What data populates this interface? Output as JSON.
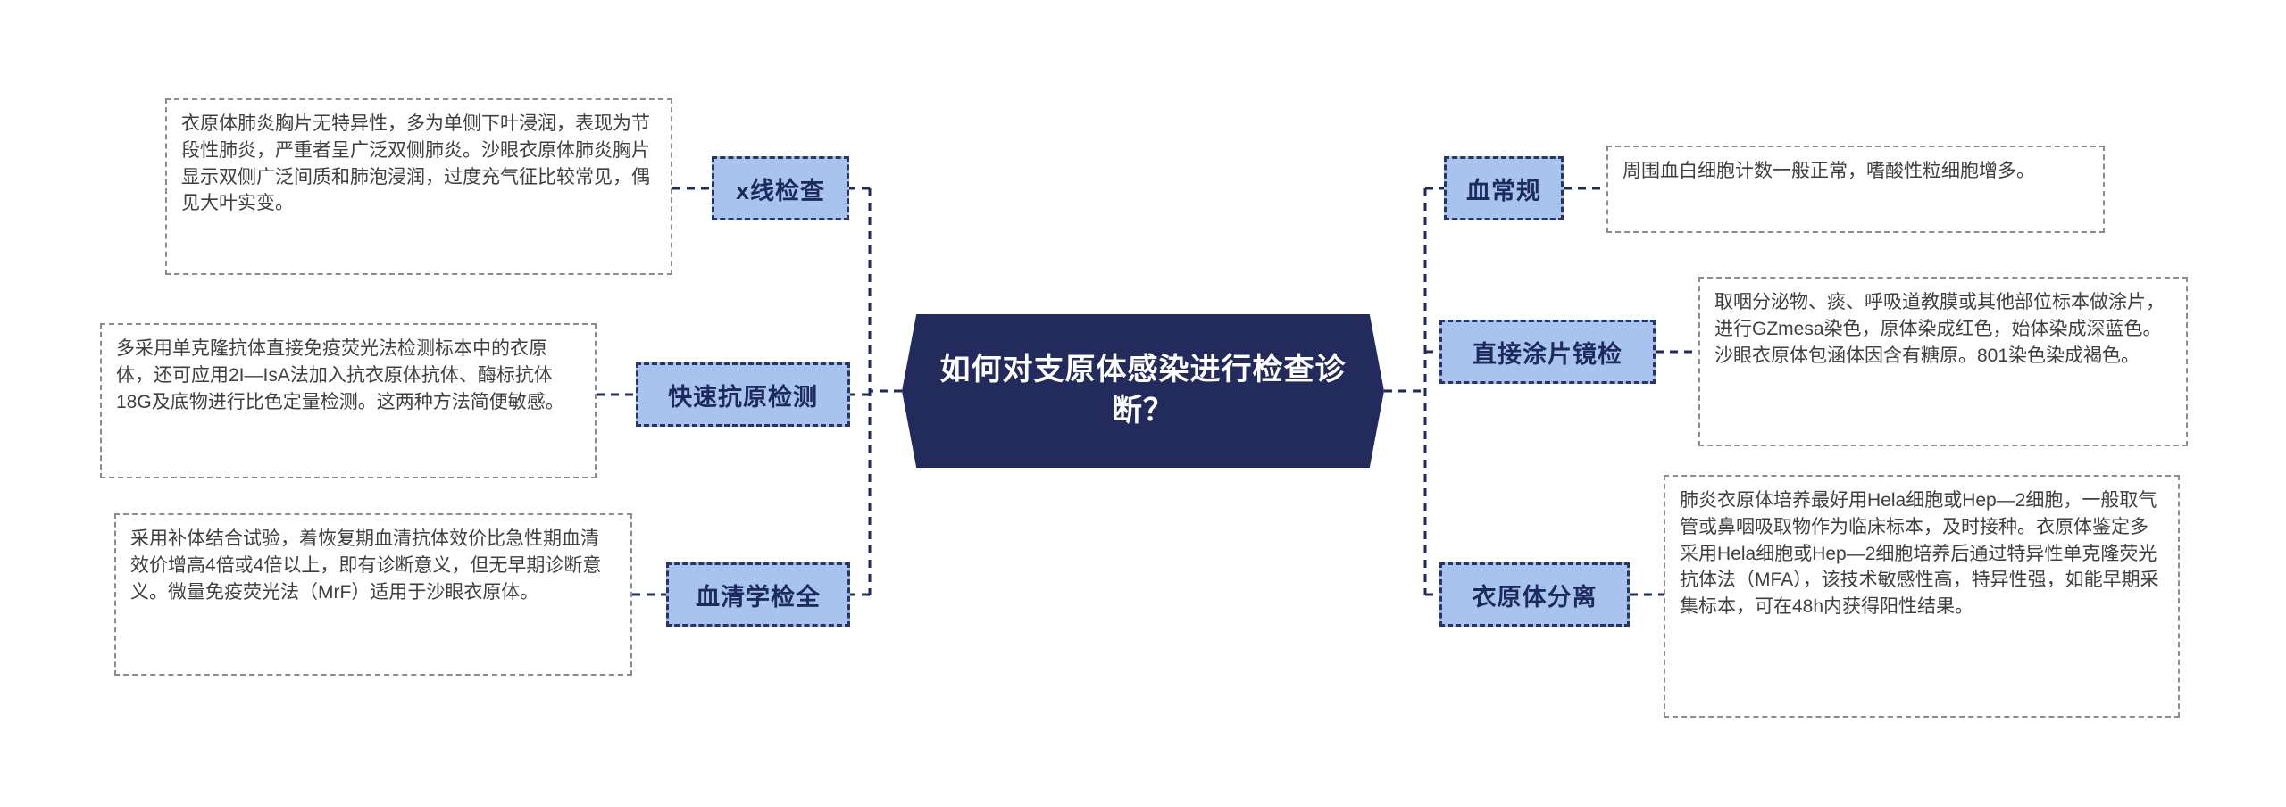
{
  "diagram": {
    "center": {
      "title": "如何对支原体感染进行检查诊断？"
    },
    "left": [
      {
        "label": "x线检查",
        "detail": "衣原体肺炎胸片无特异性，多为单侧下叶浸润，表现为节段性肺炎，严重者呈广泛双侧肺炎。沙眼衣原体肺炎胸片显示双侧广泛间质和肺泡浸润，过度充气征比较常见，偶见大叶实变。"
      },
      {
        "label": "快速抗原检测",
        "detail": "多采用单克隆抗体直接免疫荧光法检测标本中的衣原体，还可应用2I—IsA法加入抗衣原体抗体、酶标抗体18G及底物进行比色定量检测。这两种方法简便敏感。"
      },
      {
        "label": "血清学检全",
        "detail": "采用补体结合试验，着恢复期血清抗体效价比急性期血清效价增高4倍或4倍以上，即有诊断意义，但无早期诊断意义。微量免疫荧光法（MrF）适用于沙眼衣原体。"
      }
    ],
    "right": [
      {
        "label": "血常规",
        "detail": "周围血白细胞计数一般正常，嗜酸性粒细胞增多。"
      },
      {
        "label": "直接涂片镜检",
        "detail": "取咽分泌物、痰、呼吸道教膜或其他部位标本做涂片，进行GZmesa染色，原体染成红色，始体染成深蓝色。沙眼衣原体包涵体因含有糖原。801染色染成褐色。"
      },
      {
        "label": "衣原体分离",
        "detail": "肺炎衣原体培养最好用Hela细胞或Hep—2细胞，一般取气管或鼻咽吸取物作为临床标本，及时接种。衣原体鉴定多采用Hela细胞或Hep—2细胞培养后通过特异性单克隆荧光抗体法（MFA），该技术敏感性高，特异性强，如能早期采集标本，可在48h内获得阳性结果。"
      }
    ],
    "colors": {
      "center_bg": "#232a5c",
      "node_bg": "#a9c3ef",
      "node_border": "#27356b",
      "connector": "#1d2a5e",
      "detail_border": "#8c8c8c",
      "detail_text": "#3f3f3f"
    }
  }
}
